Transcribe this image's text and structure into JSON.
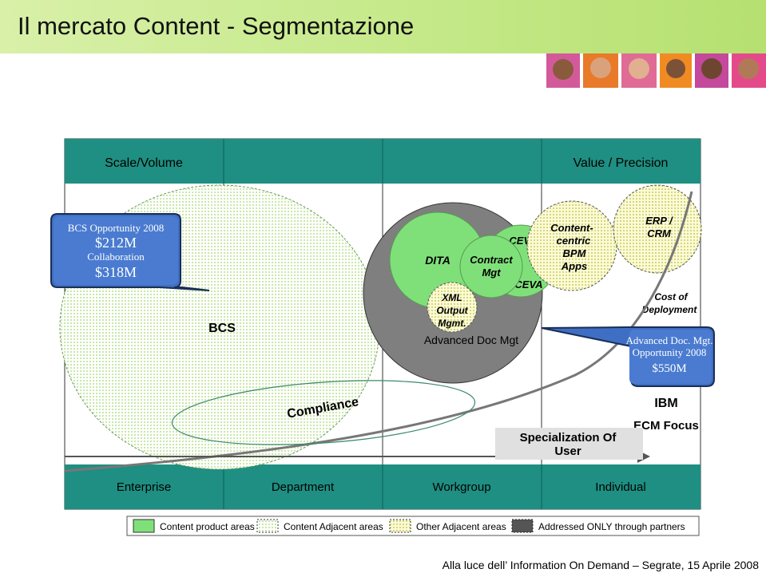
{
  "title": "Il mercato Content - Segmentazione",
  "header": {
    "left": "Scale/Volume",
    "right": "Value / Precision"
  },
  "bottom_axis": [
    "Enterprise",
    "Department",
    "Workgroup",
    "Individual"
  ],
  "callouts": {
    "bcs": {
      "line1": "BCS Opportunity 2008",
      "line2": "$212M",
      "line3": "Collaboration",
      "line4": "$318M"
    },
    "adv": {
      "line1": "Advanced Doc. Mgt.",
      "line2": "Opportunity 2008",
      "line3": "$550M"
    }
  },
  "labels": {
    "bcs": "BCS",
    "dita": "DITA",
    "contract_1": "Contract",
    "contract_2": "Mgt",
    "ceva_top": "CEVA",
    "ceva_bottom": "CEVA",
    "xml_1": "XML",
    "xml_2": "Output",
    "xml_3": "Mgmt.",
    "advanced_doc": "Advanced Doc Mgt",
    "content_centric_1": "Content-",
    "content_centric_2": "centric",
    "content_centric_3": "BPM",
    "content_centric_4": "Apps",
    "erp_1": "ERP /",
    "erp_2": "CRM",
    "cost_1": "Cost of",
    "cost_2": "Deployment",
    "compliance": "Compliance",
    "ibm": "IBM",
    "ecm_focus": "ECM Focus",
    "specialization_1": "Specialization Of",
    "specialization_2": "User"
  },
  "legend": [
    {
      "label": "Content product areas",
      "color": "#7fe07a"
    },
    {
      "label": "Content Adjacent areas",
      "color": "#d2f0c0"
    },
    {
      "label": "Other Adjacent areas",
      "color": "#ecec9c"
    },
    {
      "label": "Addressed ONLY through partners",
      "color": "#555555"
    }
  ],
  "footer": "Alla luce dell’ Information On Demand – Segrate, 15 Aprile 2008",
  "colors": {
    "band_teal": "#1e8f82",
    "content_green": "#7fe07a",
    "adjacent_green": "#d2f0c0",
    "other_yellow": "#ecec9c",
    "partners_gray": "#555555",
    "callout_blue": "#3f6fc4"
  }
}
